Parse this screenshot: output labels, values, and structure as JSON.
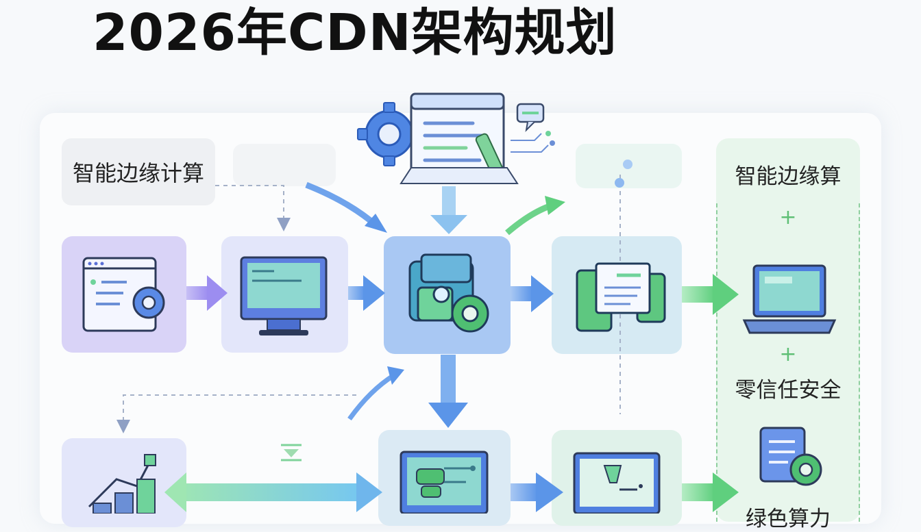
{
  "title": "2026年CDN架构规划",
  "labels": {
    "top_left": "智能边缘计算",
    "right_top": "智能边缘算",
    "right_mid": "零信任安全",
    "right_bottom": "绿色算力",
    "plus": "+"
  },
  "colors": {
    "purple_node": "#d9d3f7",
    "lavender_node": "#e3e6fa",
    "blue_node": "#a9c8f3",
    "teal_node": "#d9edf7",
    "green_col": "#e8f6ec",
    "arrow_blue": "#6fa3ec",
    "arrow_green": "#6dd38a"
  },
  "icons": [
    "gear-icon",
    "document-icon",
    "monitor-icon",
    "folder-gear-icon",
    "laptop-icon",
    "chart-icon",
    "chat-bubble-icon"
  ]
}
